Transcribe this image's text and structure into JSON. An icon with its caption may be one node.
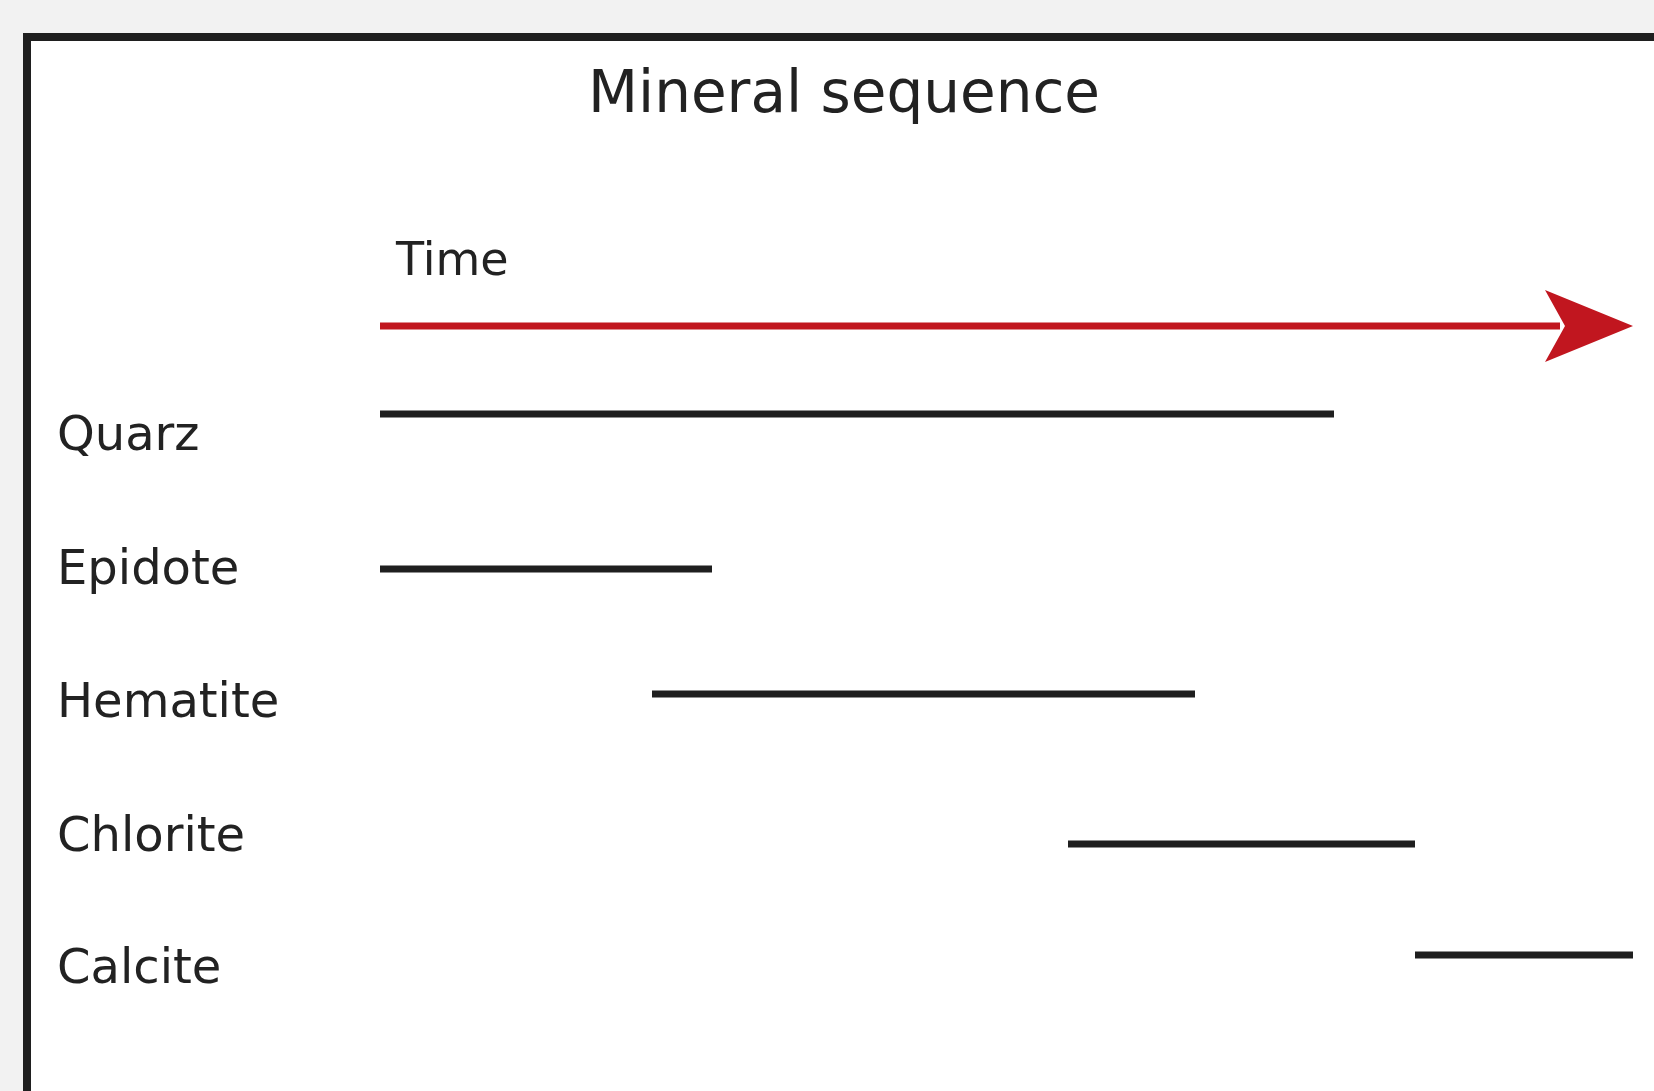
{
  "diagram": {
    "title": "Mineral sequence",
    "labels": [
      "Time",
      "Quarz",
      "Epidote",
      "Hematite",
      "Chlorite",
      "Calcite"
    ]
  }
}
